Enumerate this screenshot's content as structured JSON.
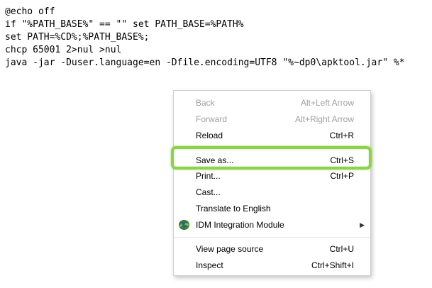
{
  "code": {
    "lines": [
      "@echo off",
      "if \"%PATH_BASE%\" == \"\" set PATH_BASE=%PATH%",
      "set PATH=%CD%;%PATH_BASE%;",
      "chcp 65001 2>nul >nul",
      "java -jar -Duser.language=en -Dfile.encoding=UTF8 \"%~dp0\\apktool.jar\" %*"
    ]
  },
  "context_menu": {
    "items": [
      {
        "label": "Back",
        "shortcut": "Alt+Left Arrow",
        "enabled": false
      },
      {
        "label": "Forward",
        "shortcut": "Alt+Right Arrow",
        "enabled": false
      },
      {
        "label": "Reload",
        "shortcut": "Ctrl+R",
        "enabled": true
      },
      {
        "label": "Save as...",
        "shortcut": "Ctrl+S",
        "enabled": true,
        "highlighted": true
      },
      {
        "label": "Print...",
        "shortcut": "Ctrl+P",
        "enabled": true
      },
      {
        "label": "Cast...",
        "shortcut": "",
        "enabled": true
      },
      {
        "label": "Translate to English",
        "shortcut": "",
        "enabled": true
      },
      {
        "label": "IDM Integration Module",
        "shortcut": "",
        "enabled": true,
        "icon": "idm-icon",
        "has_submenu": true
      },
      {
        "label": "View page source",
        "shortcut": "Ctrl+U",
        "enabled": true
      },
      {
        "label": "Inspect",
        "shortcut": "Ctrl+Shift+I",
        "enabled": true
      }
    ],
    "submenu_arrow_glyph": "▶"
  },
  "highlight_color": "#8fd14f"
}
